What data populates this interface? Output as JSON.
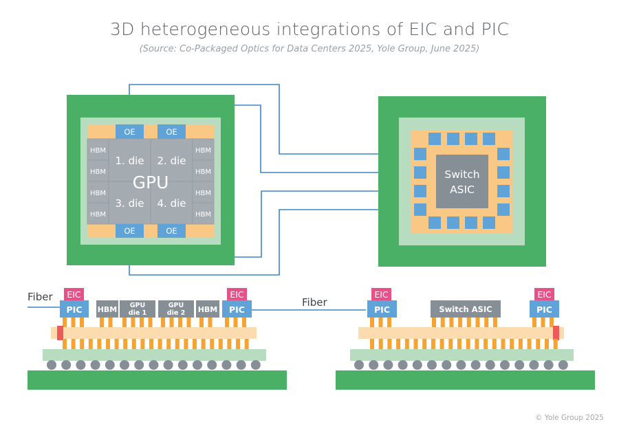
{
  "header": {
    "title": "3D heterogeneous integrations of EIC and PIC",
    "subtitle": "(Source: Co-Packaged Optics for Data Centers 2025, Yole Group, June 2025)"
  },
  "gpu_package": {
    "oe_label": "OE",
    "hbm_label": "HBM",
    "gpu_label": "GPU",
    "dies": [
      "1. die",
      "2. die",
      "3. die",
      "4. die"
    ]
  },
  "switch_package": {
    "asic_line1": "Switch",
    "asic_line2": "ASIC"
  },
  "gpu_side_view": {
    "fiber_label": "Fiber",
    "eic_label": "EIC",
    "pic_label": "PIC",
    "hbm_label": "HBM",
    "gpu_die1_line1": "GPU",
    "gpu_die1_line2": "die 1",
    "gpu_die2_line1": "GPU",
    "gpu_die2_line2": "die 2"
  },
  "switch_side_view": {
    "fiber_label": "Fiber",
    "eic_label": "EIC",
    "pic_label": "PIC",
    "switch_asic_label": "Switch ASIC"
  },
  "colors": {
    "substrate_green": "#4ab066",
    "interposer_light_green": "#b7dcc0",
    "chiplet_orange_bg": "#f8c884",
    "oe_blue": "#5fa3d8",
    "die_gray": "#a4abb1",
    "asic_gray": "#868f96",
    "eic_pink": "#e8508a",
    "pillar_orange": "#f5a431",
    "wire_blue": "#3a85c8",
    "laser_red": "#ec5b58",
    "ball_gray": "#878f96"
  },
  "footer": {
    "copyright": "© Yole Group 2025"
  }
}
